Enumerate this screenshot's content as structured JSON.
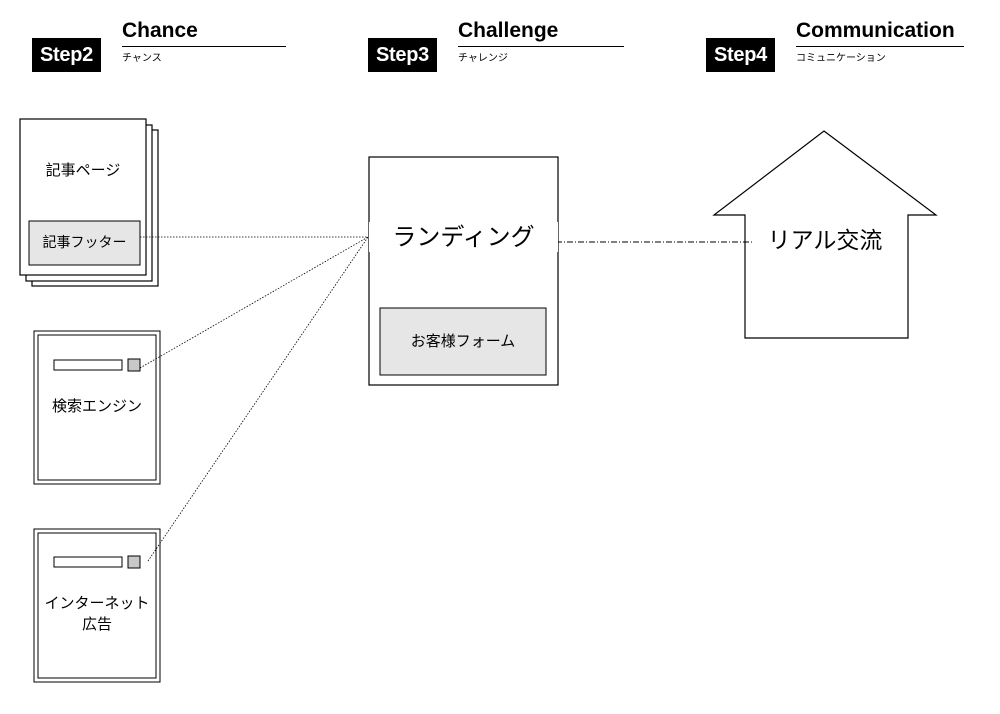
{
  "steps": [
    {
      "badge": "Step2",
      "title": "Chance",
      "subtitle": "チャンス"
    },
    {
      "badge": "Step3",
      "title": "Challenge",
      "subtitle": "チャレンジ"
    },
    {
      "badge": "Step4",
      "title": "Communication",
      "subtitle": "コミュニケーション"
    }
  ],
  "nodes": {
    "article_page": "記事ページ",
    "article_footer": "記事フッター",
    "search_engine": "検索エンジン",
    "internet_ad_line1": "インターネット",
    "internet_ad_line2": "広告",
    "landing": "ランディング",
    "customer_form": "お客様フォーム",
    "real_exchange": "リアル交流"
  },
  "colors": {
    "badge_bg": "#000000",
    "box_fill": "#e6e6e6",
    "button_fill": "#c8c8c8"
  }
}
